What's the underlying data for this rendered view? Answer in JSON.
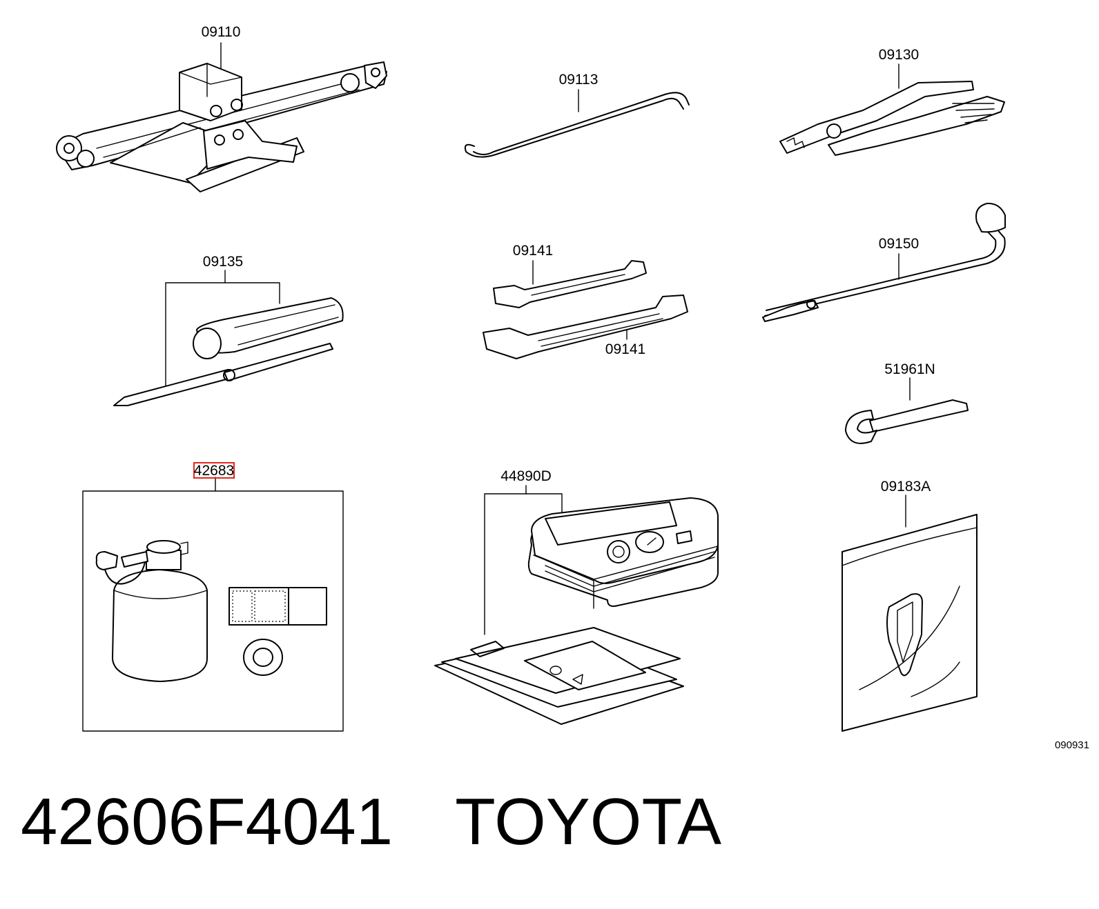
{
  "parts": [
    {
      "code": "09110",
      "name": "jack"
    },
    {
      "code": "09113",
      "name": "jack-handle"
    },
    {
      "code": "09130",
      "name": "pliers"
    },
    {
      "code": "09135",
      "name": "screwdriver"
    },
    {
      "code": "09141",
      "name": "wrench-small"
    },
    {
      "code": "09141",
      "name": "wrench-large"
    },
    {
      "code": "09150",
      "name": "lug-wrench"
    },
    {
      "code": "51961N",
      "name": "tow-hook"
    },
    {
      "code": "42683",
      "name": "tire-repair-kit",
      "highlighted": true
    },
    {
      "code": "44890D",
      "name": "compressor-and-manual"
    },
    {
      "code": "09183A",
      "name": "tool-bag"
    }
  ],
  "diagram_ref": "090931",
  "footer": {
    "part_number": "42606F4041",
    "brand": "TOYOTA"
  },
  "colors": {
    "line": "#000000",
    "highlight": "#e0271d",
    "background": "#ffffff"
  }
}
